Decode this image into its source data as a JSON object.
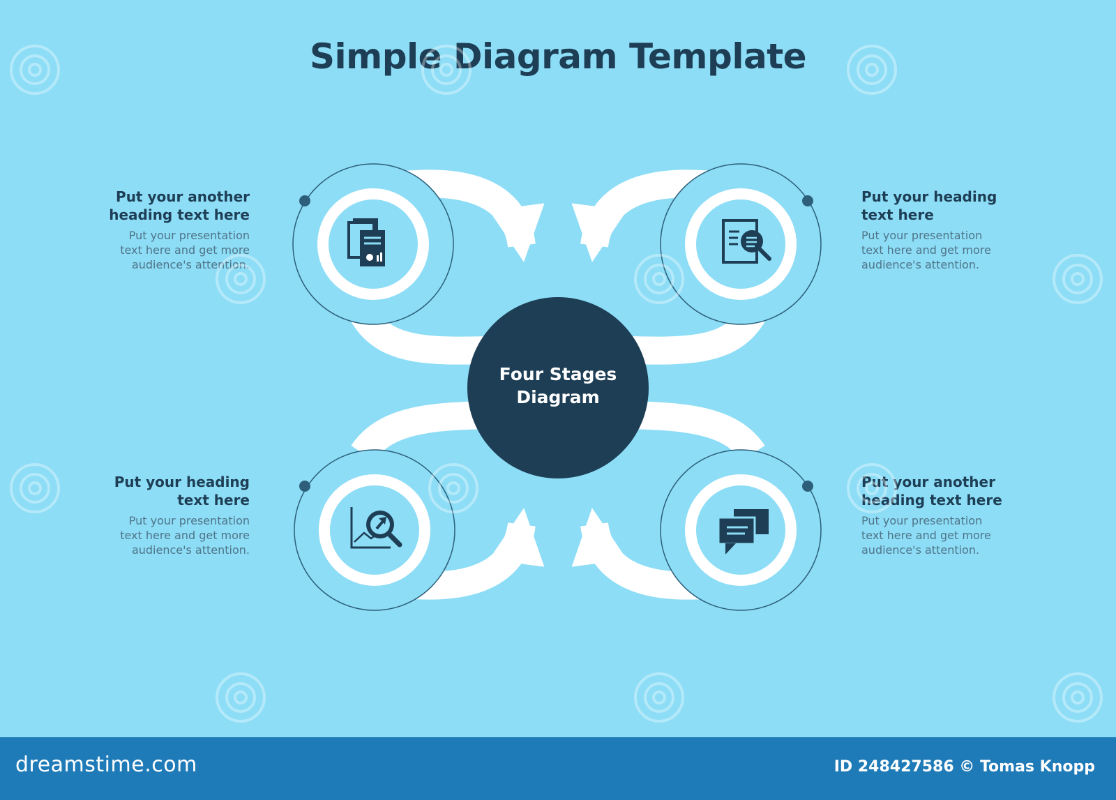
{
  "title": "Simple Diagram Template",
  "center": {
    "label": "Four Stages\nDiagram"
  },
  "stages": [
    {
      "heading": "Put your another\nheading text here",
      "body": "Put your presentation\ntext here and get more\naudience's attention.",
      "icon": "document-report-icon"
    },
    {
      "heading": "Put your heading\ntext here",
      "body": "Put your presentation\ntext here and get more\naudience's attention.",
      "icon": "document-search-icon"
    },
    {
      "heading": "Put your heading\ntext here",
      "body": "Put your presentation\ntext here and get more\naudience's attention.",
      "icon": "chart-analysis-icon"
    },
    {
      "heading": "Put your another\nheading text here",
      "body": "Put your presentation\ntext here and get more\naudience's attention.",
      "icon": "chat-bubbles-icon"
    }
  ],
  "footer": {
    "logo": "dreamstime.com",
    "credit": "ID 248427586 © Tomas Knopp"
  },
  "watermark": "dreamstime",
  "colors": {
    "background": "#8dddf6",
    "dark": "#1d3e55",
    "arrow": "#ffffff",
    "footer": "#1f7bb8"
  }
}
